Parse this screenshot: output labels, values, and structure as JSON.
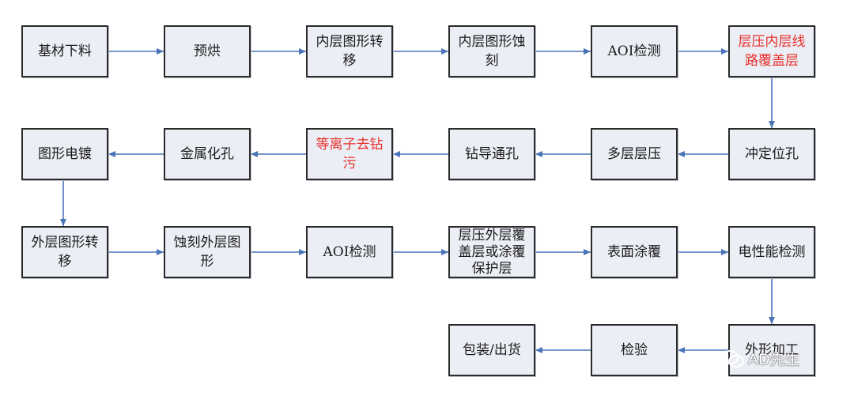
{
  "colors": {
    "arrow": "#4a74b8",
    "highlight": "#e8302a",
    "box_fill": "#eceef6",
    "border": "#2b2b2b"
  },
  "nodes": [
    {
      "id": "n1",
      "label": "基材下料",
      "highlight": false
    },
    {
      "id": "n2",
      "label": "预烘",
      "highlight": false
    },
    {
      "id": "n3",
      "label": "内层图形转移",
      "highlight": false
    },
    {
      "id": "n4",
      "label": "内层图形蚀刻",
      "highlight": false
    },
    {
      "id": "n5",
      "label": "AOI检测",
      "highlight": false
    },
    {
      "id": "n6",
      "label": "层压内层线路覆盖层",
      "highlight": true
    },
    {
      "id": "n7",
      "label": "冲定位孔",
      "highlight": false
    },
    {
      "id": "n8",
      "label": "多层层压",
      "highlight": false
    },
    {
      "id": "n9",
      "label": "钻导通孔",
      "highlight": false
    },
    {
      "id": "n10",
      "label": "等离子去钻污",
      "highlight": true
    },
    {
      "id": "n11",
      "label": "金属化孔",
      "highlight": false
    },
    {
      "id": "n12",
      "label": "图形电镀",
      "highlight": false
    },
    {
      "id": "n13",
      "label": "外层图形转移",
      "highlight": false
    },
    {
      "id": "n14",
      "label": "蚀刻外层图形",
      "highlight": false
    },
    {
      "id": "n15",
      "label": "AOI检测",
      "highlight": false
    },
    {
      "id": "n16",
      "label": "层压外层覆盖层或涂覆保护层",
      "highlight": false
    },
    {
      "id": "n17",
      "label": "表面涂覆",
      "highlight": false
    },
    {
      "id": "n18",
      "label": "电性能检测",
      "highlight": false
    },
    {
      "id": "n19",
      "label": "外形加工",
      "highlight": false
    },
    {
      "id": "n20",
      "label": "检验",
      "highlight": false
    },
    {
      "id": "n21",
      "label": "包装/出货",
      "highlight": false
    }
  ],
  "edges": [
    [
      "n1",
      "n2"
    ],
    [
      "n2",
      "n3"
    ],
    [
      "n3",
      "n4"
    ],
    [
      "n4",
      "n5"
    ],
    [
      "n5",
      "n6"
    ],
    [
      "n6",
      "n7"
    ],
    [
      "n7",
      "n8"
    ],
    [
      "n8",
      "n9"
    ],
    [
      "n9",
      "n10"
    ],
    [
      "n10",
      "n11"
    ],
    [
      "n11",
      "n12"
    ],
    [
      "n12",
      "n13"
    ],
    [
      "n13",
      "n14"
    ],
    [
      "n14",
      "n15"
    ],
    [
      "n15",
      "n16"
    ],
    [
      "n16",
      "n17"
    ],
    [
      "n17",
      "n18"
    ],
    [
      "n18",
      "n19"
    ],
    [
      "n19",
      "n20"
    ],
    [
      "n20",
      "n21"
    ]
  ],
  "watermark": {
    "text": "AD先生",
    "icon": "wechat-icon"
  }
}
